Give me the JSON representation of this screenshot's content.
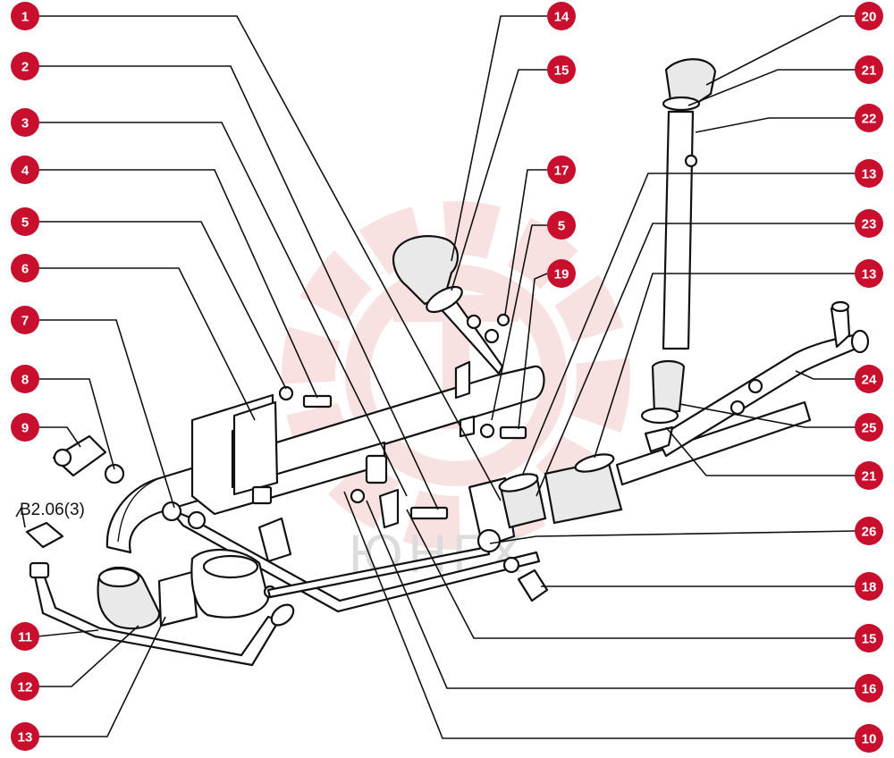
{
  "colors": {
    "callout_fill": "#c8102e",
    "line": "#111111",
    "watermark": "#f4c9c9"
  },
  "reference_label": "B2.06(3)",
  "watermark_text": "ЮНГХ",
  "callouts": [
    {
      "id": "c1",
      "label": "1"
    },
    {
      "id": "c2",
      "label": "2"
    },
    {
      "id": "c3",
      "label": "3"
    },
    {
      "id": "c4",
      "label": "4"
    },
    {
      "id": "c5a",
      "label": "5"
    },
    {
      "id": "c6",
      "label": "6"
    },
    {
      "id": "c7",
      "label": "7"
    },
    {
      "id": "c8",
      "label": "8"
    },
    {
      "id": "c9",
      "label": "9"
    },
    {
      "id": "c11",
      "label": "11"
    },
    {
      "id": "c12",
      "label": "12"
    },
    {
      "id": "c13a",
      "label": "13"
    },
    {
      "id": "c14",
      "label": "14"
    },
    {
      "id": "c15a",
      "label": "15"
    },
    {
      "id": "c17",
      "label": "17"
    },
    {
      "id": "c5b",
      "label": "5"
    },
    {
      "id": "c19",
      "label": "19"
    },
    {
      "id": "c20",
      "label": "20"
    },
    {
      "id": "c21a",
      "label": "21"
    },
    {
      "id": "c22",
      "label": "22"
    },
    {
      "id": "c13b",
      "label": "13"
    },
    {
      "id": "c23",
      "label": "23"
    },
    {
      "id": "c13c",
      "label": "13"
    },
    {
      "id": "c24",
      "label": "24"
    },
    {
      "id": "c25",
      "label": "25"
    },
    {
      "id": "c21b",
      "label": "21"
    },
    {
      "id": "c26",
      "label": "26"
    },
    {
      "id": "c18",
      "label": "18"
    },
    {
      "id": "c15b",
      "label": "15"
    },
    {
      "id": "c16",
      "label": "16"
    },
    {
      "id": "c10",
      "label": "10"
    }
  ]
}
